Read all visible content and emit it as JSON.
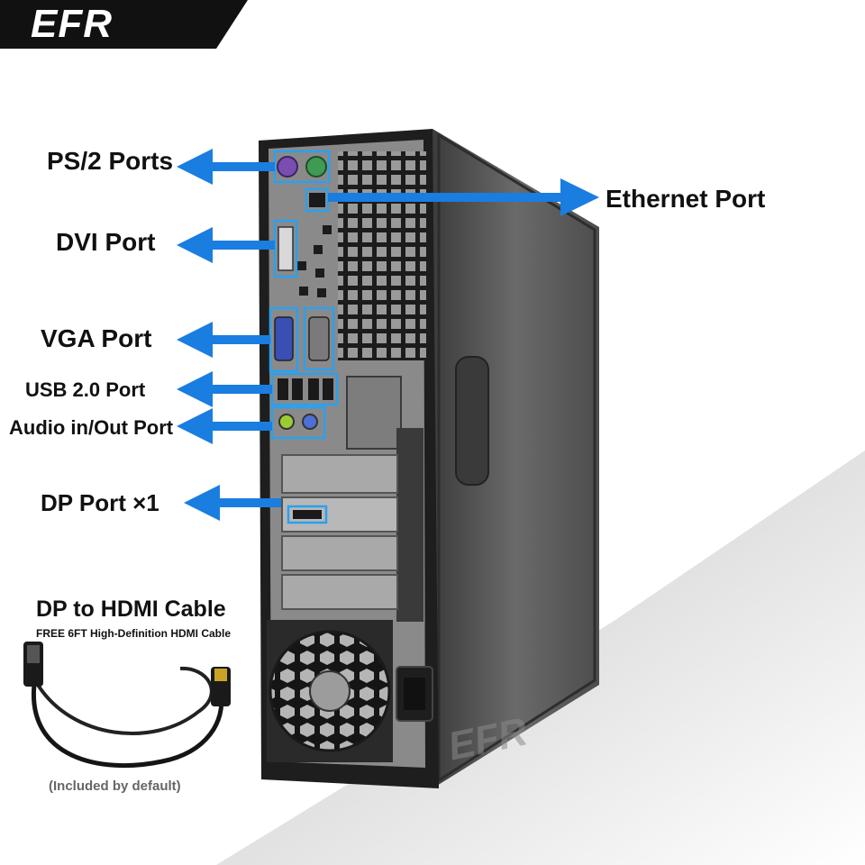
{
  "brand": {
    "logo_text": "EFR",
    "watermark": "EFR"
  },
  "labels": {
    "ps2": "PS/2 Ports",
    "ethernet": "Ethernet Port",
    "dvi": "DVI Port",
    "vga": "VGA Port",
    "usb": "USB 2.0 Port",
    "audio": "Audio in/Out Port",
    "dp": "DP Port ×1"
  },
  "cable": {
    "title": "DP to HDMI Cable",
    "subtitle": "FREE 6FT High-Definition HDMI Cable",
    "note": "(Included by default)"
  },
  "colors": {
    "arrow": "#1a7de0",
    "highlight": "#2aa0f0",
    "case_dark": "#2a2a2a",
    "case_side": "#5c5c5c",
    "panel": "#8e8e8e",
    "banner": "#111111"
  }
}
